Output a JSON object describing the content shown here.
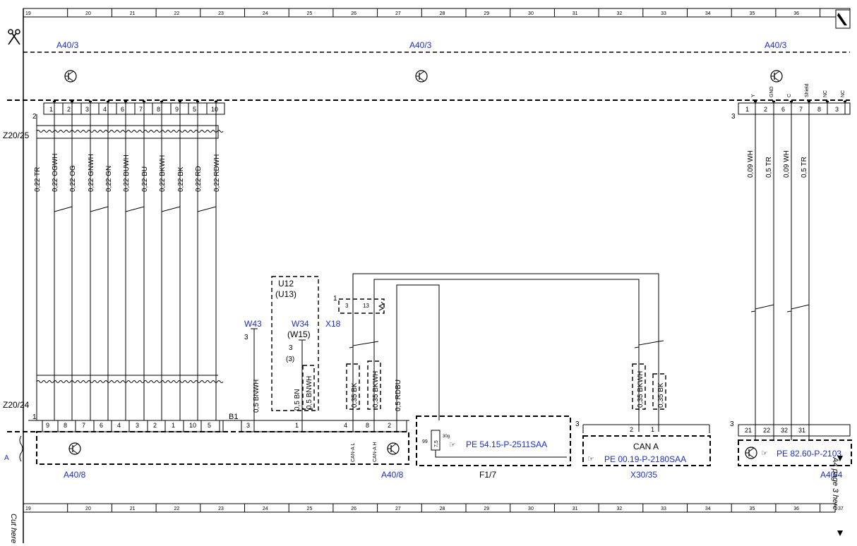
{
  "ruler": {
    "numbers": [
      "19",
      "20",
      "21",
      "22",
      "23",
      "24",
      "25",
      "26",
      "27",
      "28",
      "29",
      "30",
      "31",
      "32",
      "33",
      "34",
      "35",
      "36",
      "37"
    ]
  },
  "labels": {
    "a40_3_left": "A40/3",
    "a40_3_mid": "A40/3",
    "a40_3_right": "A40/3",
    "a40_8_left": "A40/8",
    "a40_8_right": "A40/8",
    "f1_7": "F1/7",
    "x30_35": "X30/35",
    "a40_4": "A40/4",
    "z20_25": "Z20/25",
    "z20_24": "Z20/24",
    "w43": "W43",
    "w34": "W34",
    "w15": "(W15)",
    "x18": "X18",
    "u12": "U12",
    "u13": "(U13)",
    "b1": "B1",
    "can_a": "CAN A",
    "can_a_l": "CAN-A L",
    "can_a_h": "CAN-A H",
    "cut_here": "Cut here",
    "page_note": "A4 page 3 here"
  },
  "references": {
    "pe_54": "PE 54.15-P-2511SAA",
    "pe_00": "PE 00.19-P-2180SAA",
    "pe_82": "PE 82.60-P-2103"
  },
  "top_connector_pins": [
    "1",
    "2",
    "3",
    "4",
    "6",
    "7",
    "8",
    "9",
    "5",
    "10"
  ],
  "bottom_connector_pins": [
    "9",
    "8",
    "7",
    "6",
    "4",
    "3",
    "2",
    "1",
    "10",
    "5"
  ],
  "left_wires": [
    "0,22 TR",
    "0,22 OGWH",
    "0,22 OG",
    "0,22 GNWH",
    "0,22 GN",
    "0,22 BUWH",
    "0,22 BU",
    "0,22 BKWH",
    "0,22 BK",
    "0,22 RD",
    "0,22 RDWH"
  ],
  "right_top_pins": [
    "1",
    "2",
    "6",
    "7",
    "8",
    "3"
  ],
  "right_top_pin_names": [
    "Y",
    "GND",
    "C",
    "Shield",
    "NC",
    "NC"
  ],
  "right_wires": [
    "0,09 WH",
    "0,5 TR",
    "0,09 WH",
    "0,5 TR"
  ],
  "right_bottom_pins": [
    "21",
    "22",
    "32",
    "31"
  ],
  "mid_wires": [
    "0,5 BNWH",
    "0,5 BN",
    "0,5 BNWH",
    "0,35 BK",
    "0,35 BKWH",
    "0,5 RDBU",
    "0,35 BKWH",
    "0,35 BK"
  ],
  "mid_pins": {
    "w43_pin": "3",
    "w34_pin": "3",
    "w34_pin_alt": "(3)",
    "x18_pin_a": "3",
    "x18_pin_b": "13",
    "x18_num": "1",
    "b1_pin3": "3",
    "b1_pin1": "1",
    "b1_pin4": "4",
    "b1_pin8": "8",
    "b1_pin2": "2",
    "can_pin2": "2",
    "can_pin1": "1",
    "fuse_99": "99",
    "fuse_30g": "30g",
    "fuse_val": "7,5",
    "left_num_2": "2",
    "left_num_1": "1",
    "right_num_3a": "3",
    "right_num_3b": "3",
    "right_num_3c": "3"
  }
}
